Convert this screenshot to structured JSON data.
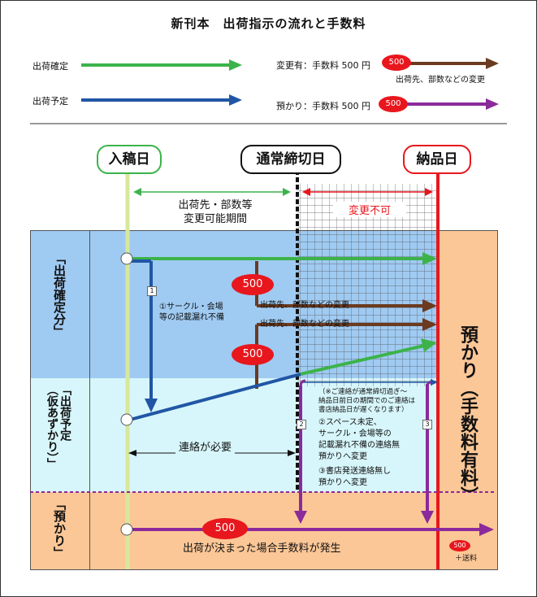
{
  "title": "新刊本　出荷指示の流れと手数料",
  "legend": {
    "confirmed": "出荷確定",
    "scheduled": "出荷予定",
    "change": "変更有：手数料 500 円",
    "change_badge": "500",
    "change_note": "出荷先、部数などの変更",
    "hold": "預かり：手数料 500 円",
    "hold_badge": "500"
  },
  "milestones": {
    "entry": "入稿日",
    "deadline": "通常締切日",
    "delivery": "納品日"
  },
  "periods": {
    "changeable": "出荷先・部数等\n変更可能期間",
    "locked": "変更不可"
  },
  "rows": {
    "confirmed": "「出荷確定分」",
    "tentative": "「出荷予定\n（仮あずかり）」",
    "hold": "「預かり」"
  },
  "right_label": "預かり（手数料有料）",
  "notes": {
    "n1_num": "1",
    "n1": "①サークル・会場\n等の記載漏れ不備",
    "change_badge_1": "500",
    "change_badge_2": "500",
    "change_line_1": "出荷先、部数などの変更",
    "change_line_2": "出荷先、部数などの変更",
    "contact_required": "連絡が必要",
    "late_note": "（※ご連絡が通常締切過ぎ〜\n納品日前日の期間でのご連絡は\n書店納品日が遅くなります）",
    "n2_num": "2",
    "n3_num": "3",
    "n2": "②スペース未定、\nサークル・会場等の\n記載漏れ不備の連絡無\n預かりへ変更",
    "n3": "③書店発送連絡無し\n預かりへ変更",
    "hold_badge": "500",
    "hold_fee": "出荷が決まった場合手数料が発生",
    "shipping_badge": "500",
    "shipping": "＋送料"
  },
  "colors": {
    "confirmed": "#3cb34a",
    "scheduled": "#2156a5",
    "change": "#6b3a1f",
    "hold": "#8b2a9a",
    "fee": "#e8171d",
    "confirmed_bg": "#9fcaf2",
    "tentative_bg": "#d7f6fb",
    "hold_bg": "#fcc797",
    "entry_line": "#d7e89b",
    "delivery_line": "#e8171d"
  }
}
